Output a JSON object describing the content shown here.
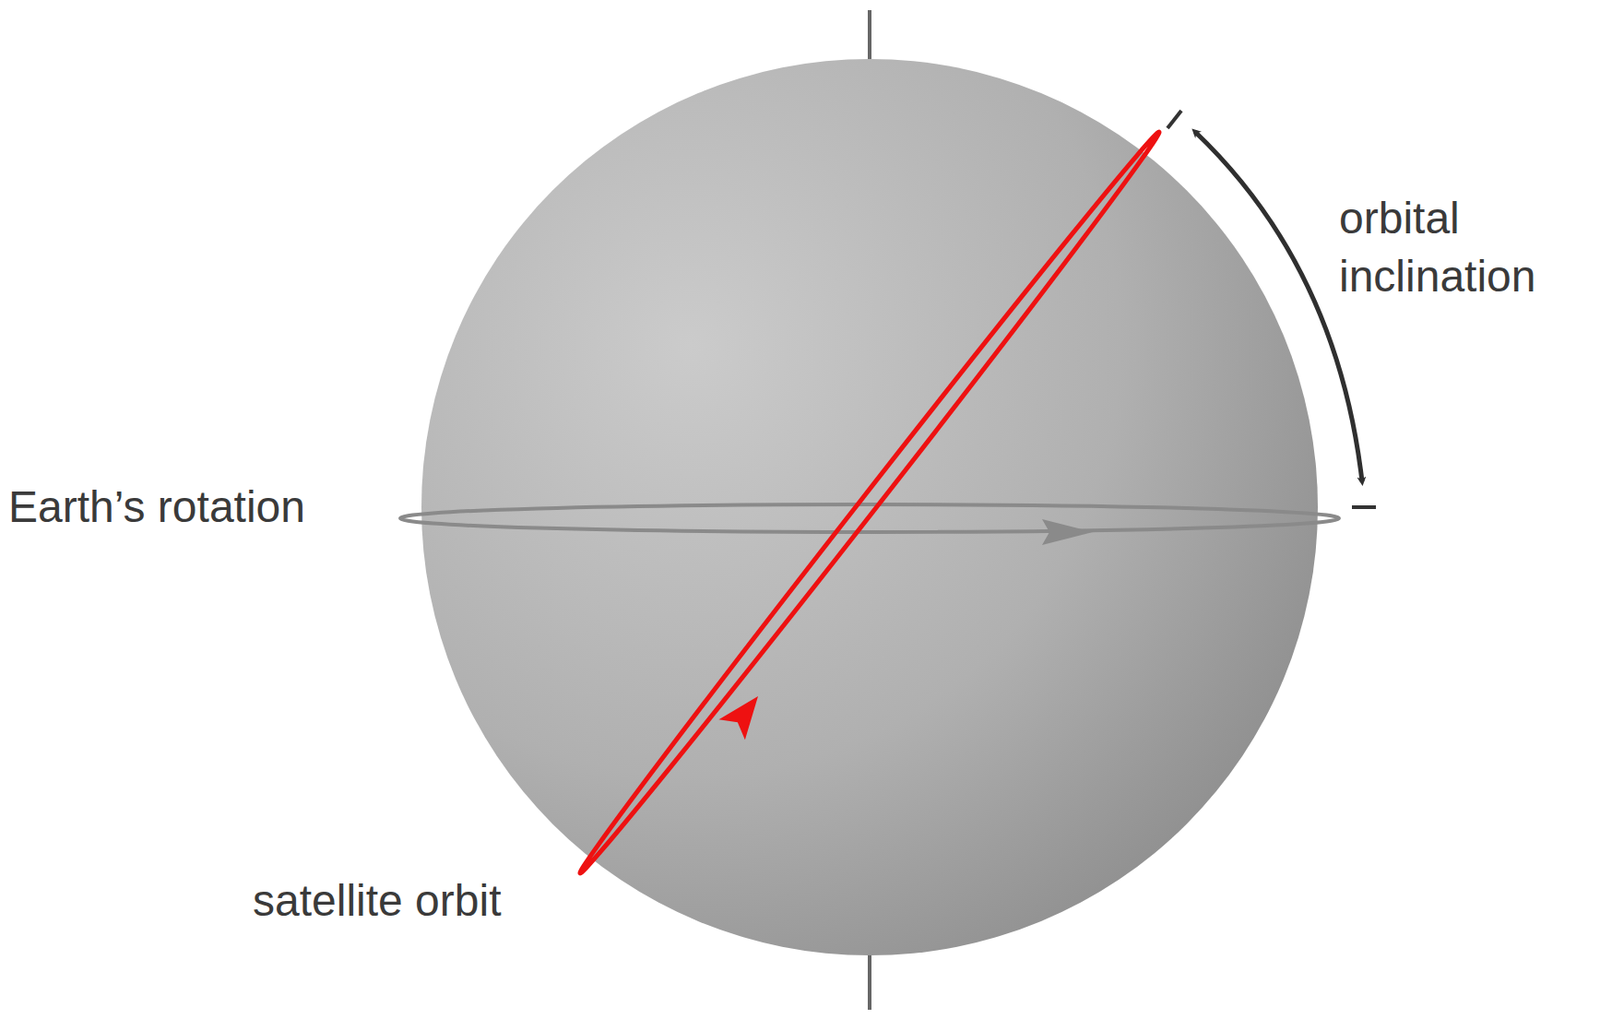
{
  "diagram": {
    "labels": [
      "Earth’s rotation",
      "orbital inclination",
      "satellite orbit"
    ]
  }
}
